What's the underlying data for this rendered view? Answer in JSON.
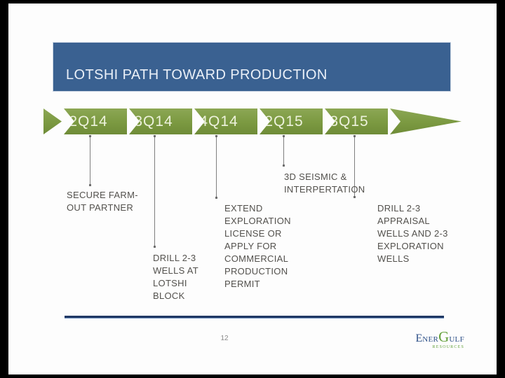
{
  "slide": {
    "title": "LOTSHI PATH TOWARD PRODUCTION",
    "page_number": "12"
  },
  "timeline": {
    "milestones": [
      {
        "quarter": "2Q14",
        "task": "SECURE FARM-OUT PARTNER"
      },
      {
        "quarter": "3Q14",
        "task": "DRILL 2-3 WELLS AT LOTSHI BLOCK"
      },
      {
        "quarter": "4Q14",
        "task": "EXTEND EXPLORATION LICENSE OR APPLY FOR COMMERCIAL PRODUCTION PERMIT"
      },
      {
        "quarter": "2Q15",
        "task": "3D SEISMIC & INTERPERTATION"
      },
      {
        "quarter": "3Q15",
        "task": "DRILL 2-3 APPRAISAL WELLS AND 2-3 EXPLORATION WELLS"
      }
    ]
  },
  "logo": {
    "part1_initial": "E",
    "part1_rest": "NER",
    "part2_initial": "G",
    "part2_rest": "ULF",
    "tagline": "RESOURCES"
  },
  "colors": {
    "title_bar": "#3a6191",
    "chevron_green": "#7b9941",
    "chevron_text": "#edf2dc",
    "callout_text": "#52504c",
    "divider_navy": "#1f3864",
    "logo_navy": "#2c4f87",
    "logo_green": "#63a03a"
  }
}
